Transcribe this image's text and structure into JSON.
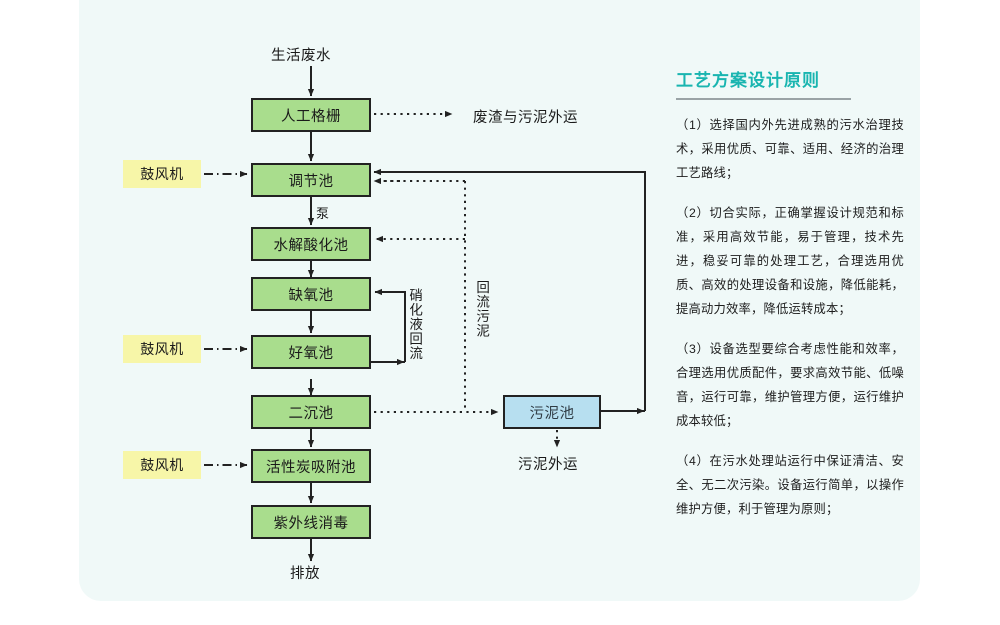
{
  "panel": {
    "background": "#f0f9f8"
  },
  "colors": {
    "process_box": "#a9dd8d",
    "sludge_box": "#b7dff0",
    "blower_box": "#f7f6a8",
    "title": "#19b5b0",
    "line": "#222222"
  },
  "flow": {
    "inlet_label": "生活废水",
    "outlet_label": "排放",
    "pump_label": "泵",
    "waste_out_label": "废渣与污泥外运",
    "sludge_out_label": "污泥外运",
    "nitrification_return_label": "硝化液回流",
    "sludge_return_label": "回流污泥",
    "boxes": [
      {
        "id": "manual-grille",
        "label": "人工格栅"
      },
      {
        "id": "regulating-tank",
        "label": "调节池"
      },
      {
        "id": "hydrolysis-acidification-tank",
        "label": "水解酸化池"
      },
      {
        "id": "anoxic-tank",
        "label": "缺氧池"
      },
      {
        "id": "aerobic-tank",
        "label": "好氧池"
      },
      {
        "id": "secondary-sedimentation-tank",
        "label": "二沉池"
      },
      {
        "id": "activated-carbon-adsorption-tank",
        "label": "活性炭吸附池"
      },
      {
        "id": "uv-disinfection",
        "label": "紫外线消毒"
      },
      {
        "id": "sludge-tank",
        "label": "污泥池"
      }
    ],
    "blowers": [
      {
        "id": "blower-1",
        "label": "鼓风机"
      },
      {
        "id": "blower-2",
        "label": "鼓风机"
      },
      {
        "id": "blower-3",
        "label": "鼓风机"
      }
    ]
  },
  "principles": {
    "title": "工艺方案设计原则",
    "items": [
      "（1）选择国内外先进成熟的污水治理技术，采用优质、可靠、适用、经济的治理工艺路线；",
      "（2）切合实际，正确掌握设计规范和标准，采用高效节能，易于管理，技术先进，稳妥可靠的处理工艺，合理选用优质、高效的处理设备和设施，降低能耗，提高动力效率，降低运转成本；",
      "（3）设备选型要综合考虑性能和效率，合理选用优质配件，要求高效节能、低噪音，运行可靠，维护管理方便，运行维护成本较低；",
      "（4）在污水处理站运行中保证清洁、安全、无二次污染。设备运行简单，以操作维护方便，利于管理为原则；"
    ]
  }
}
